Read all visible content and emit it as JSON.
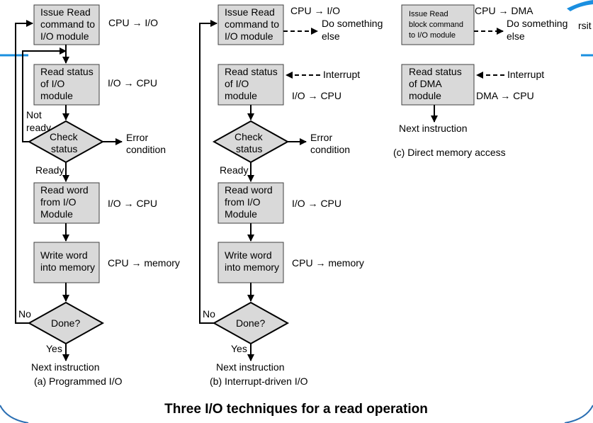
{
  "colors": {
    "box_fill": "#d9d9d9",
    "line": "#000000",
    "accent": "#1a8fe0",
    "frame": "#2b6fb3"
  },
  "title": "Three I/O techniques for a read operation",
  "header_fragment": "rsit",
  "arrow": "→",
  "a": {
    "caption": "(a) Programmed I/O",
    "issue": [
      "Issue Read",
      "command to",
      "I/O module"
    ],
    "issue_note": "CPU → I/O",
    "read_status": [
      "Read status",
      "of I/O",
      "module"
    ],
    "read_status_note": "I/O → CPU",
    "not_ready": [
      "Not",
      "ready"
    ],
    "check": [
      "Check",
      "status"
    ],
    "error": [
      "Error",
      "condition"
    ],
    "ready": "Ready",
    "read_word": [
      "Read word",
      "from I/O",
      "Module"
    ],
    "read_word_note": "I/O → CPU",
    "write_word": [
      "Write word",
      "into memory"
    ],
    "write_word_note": "CPU → memory",
    "no": "No",
    "done": "Done?",
    "yes": "Yes",
    "next": "Next instruction"
  },
  "b": {
    "caption": "(b) Interrupt-driven I/O",
    "issue": [
      "Issue Read",
      "command to",
      "I/O module"
    ],
    "issue_note": "CPU → I/O",
    "do_something": [
      "Do something",
      "else"
    ],
    "read_status": [
      "Read status",
      "of I/O",
      "module"
    ],
    "interrupt": "Interrupt",
    "read_status_note": "I/O → CPU",
    "check": [
      "Check",
      "status"
    ],
    "error": [
      "Error",
      "condition"
    ],
    "ready": "Ready",
    "read_word": [
      "Read word",
      "from I/O",
      "Module"
    ],
    "read_word_note": "I/O → CPU",
    "write_word": [
      "Write word",
      "into memory"
    ],
    "write_word_note": "CPU → memory",
    "no": "No",
    "done": "Done?",
    "yes": "Yes",
    "next": "Next instruction"
  },
  "c": {
    "caption": "(c) Direct memory access",
    "issue": [
      "Issue Read",
      "block command",
      "to I/O module"
    ],
    "issue_note": "CPU → DMA",
    "do_something": [
      "Do something",
      "else"
    ],
    "read_status": [
      "Read status",
      "of DMA",
      "module"
    ],
    "interrupt": "Interrupt",
    "read_status_note": "DMA → CPU",
    "next": "Next instruction"
  }
}
